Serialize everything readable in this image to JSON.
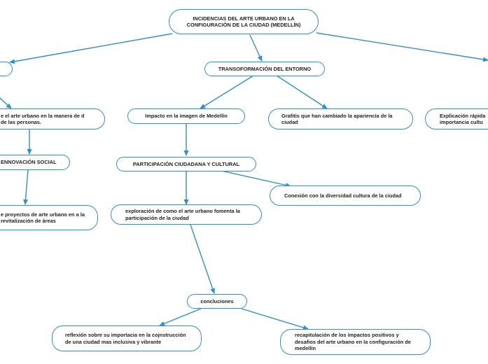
{
  "theme": {
    "accent": "#2f8fd0",
    "text": "#222222",
    "background": "#ffffff"
  },
  "map": {
    "root": "INCIDENCIAS DEL ARTE URBANO EN LA CONFIGURACIÓN DE LA CIUDAD (MEDELLÍN)",
    "left_branch": {
      "cut_top": "",
      "cambio": "e el arte urbano en la manera de d de las personas.",
      "innovacion": "ENNOVACIÓN SOCIAL",
      "proyectos": "e proyectos de arte urbano en a la revitalización de áreas"
    },
    "transformacion": "TRANSOFORMACIÓN DEL ENTORNO",
    "impacto": "Impacto en la imagen de Medellín",
    "grafitis": "Grafitis que han cambiado la apariencia de la ciudad",
    "explicacion": "Explicación rápida importancia cultu",
    "participacion": "PARTICIPACIÓN CIUDADANA Y CULTURAL",
    "conexion": "Conexión con la diversidad cultura de la ciudad",
    "exploracion": "exploración de como el arte urbano fomenta la participación de la ciudad",
    "conclusiones": "concluciones",
    "reflexion": "reflexión sobre su importacia en la cojnstrucción de una ciudad mas inclusiva y vibrante",
    "recapitulacion": "recapitulación de los impactos positivos y desafios del arte urbano en la configuración de medellín"
  }
}
